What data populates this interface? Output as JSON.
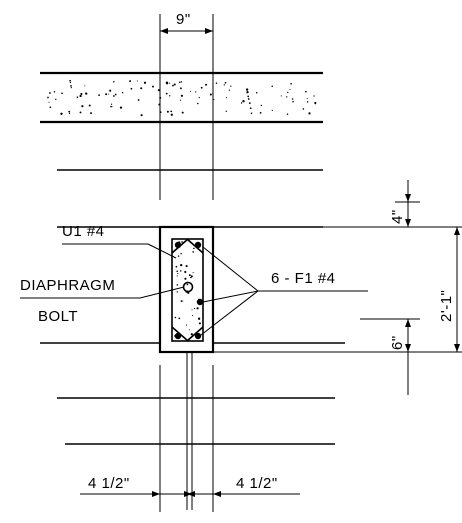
{
  "labels": {
    "width_top": "9\"",
    "stirrup": "U1 #4",
    "diaphragm_line1": "DIAPHRAGM",
    "diaphragm_line2": "BOLT",
    "bars": "6 - F1 #4",
    "dim_top_cover": "4\"",
    "dim_depth": "2'-1\"",
    "dim_bottom": "6\"",
    "dim_left_half": "4 1/2\"",
    "dim_right_half": "4 1/2\""
  }
}
